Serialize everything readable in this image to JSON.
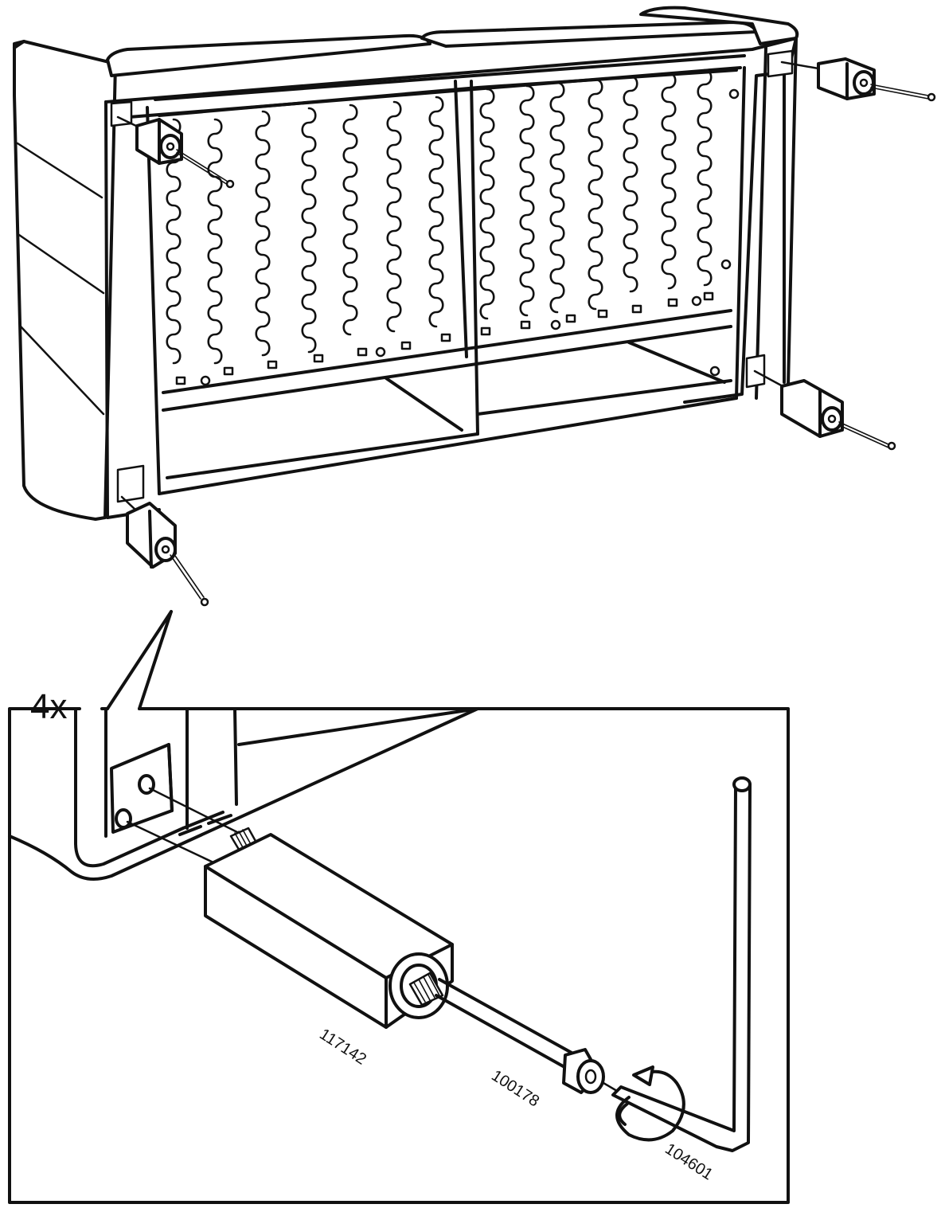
{
  "callout": {
    "quantity": "4x"
  },
  "parts": [
    {
      "id": "leg",
      "number": "117142"
    },
    {
      "id": "bolt",
      "number": "100178"
    },
    {
      "id": "hexkey",
      "number": "104601"
    }
  ]
}
